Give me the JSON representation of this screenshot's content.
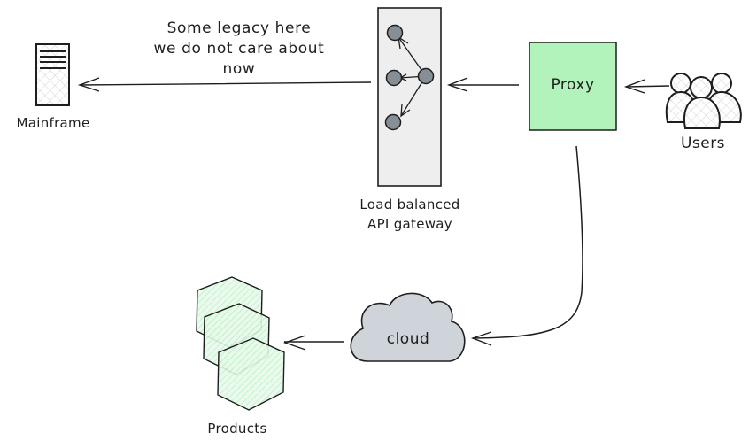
{
  "diagram": {
    "nodes": {
      "mainframe": {
        "label": "Mainframe",
        "icon": "server-icon"
      },
      "gateway": {
        "label_line1": "Load balanced",
        "label_line2": "API gateway",
        "icon": "load-balancer-icon",
        "fill": "#eeeeee"
      },
      "proxy": {
        "label": "Proxy",
        "fill": "#b2f2bb"
      },
      "users": {
        "label": "Users",
        "icon": "users-icon"
      },
      "cloud": {
        "label": "cloud",
        "fill": "#ced4da"
      },
      "products": {
        "label": "Products",
        "icon": "hexagon-stack-icon",
        "fill": "#b2f2bb"
      }
    },
    "annotation": {
      "line1": "Some legacy here",
      "line2": "we do not care about",
      "line3": "now"
    },
    "edges": [
      {
        "from": "users",
        "to": "proxy"
      },
      {
        "from": "proxy",
        "to": "gateway"
      },
      {
        "from": "gateway",
        "to": "mainframe"
      },
      {
        "from": "proxy",
        "to": "cloud"
      },
      {
        "from": "cloud",
        "to": "products"
      }
    ],
    "colors": {
      "stroke": "#1e1e1e",
      "proxy_fill": "#b2f2bb",
      "gateway_fill": "#eeeeee",
      "cloud_fill": "#ced4da",
      "node_dot_fill": "#868e96",
      "hatch_gray": "#ced4da",
      "hatch_green": "#b2f2bb"
    }
  }
}
